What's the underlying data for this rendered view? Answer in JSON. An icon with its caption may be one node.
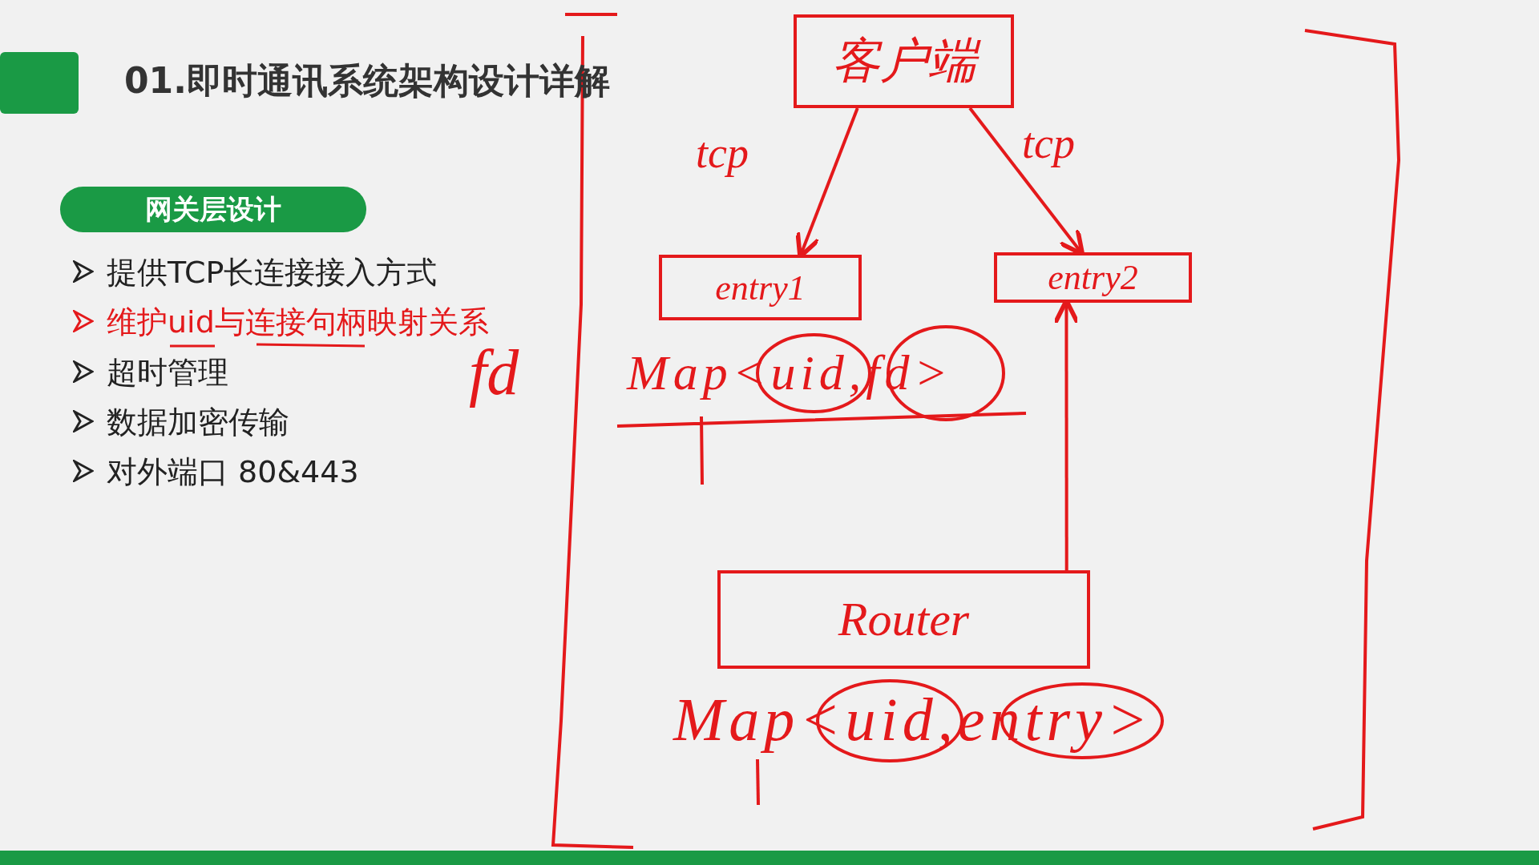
{
  "diagram": {
    "title": "01.即时通讯系统架构设计详解",
    "nodes": [
      {
        "text": [
          "网关层设计"
        ]
      },
      {
        "text": [
          "客户端"
        ]
      },
      {
        "text": [
          "entry1"
        ]
      },
      {
        "text": [
          "entry2"
        ]
      },
      {
        "text": [
          "Router"
        ]
      }
    ],
    "edges": [
      {
        "from": 1,
        "to": 2,
        "arrow": "to",
        "label": "tcp"
      },
      {
        "from": 1,
        "to": 3,
        "arrow": "to",
        "label": "tcp"
      },
      {
        "from": 4,
        "to": 3,
        "arrow": "to"
      }
    ],
    "labels": [
      "提供TCP长连接接入方式",
      "维护uid与连接句柄映射关系",
      "超时管理",
      "数据加密传输",
      "对外端口 80&443",
      "fd",
      "Map<uid,fd>",
      "Map<uid,entry>"
    ]
  }
}
